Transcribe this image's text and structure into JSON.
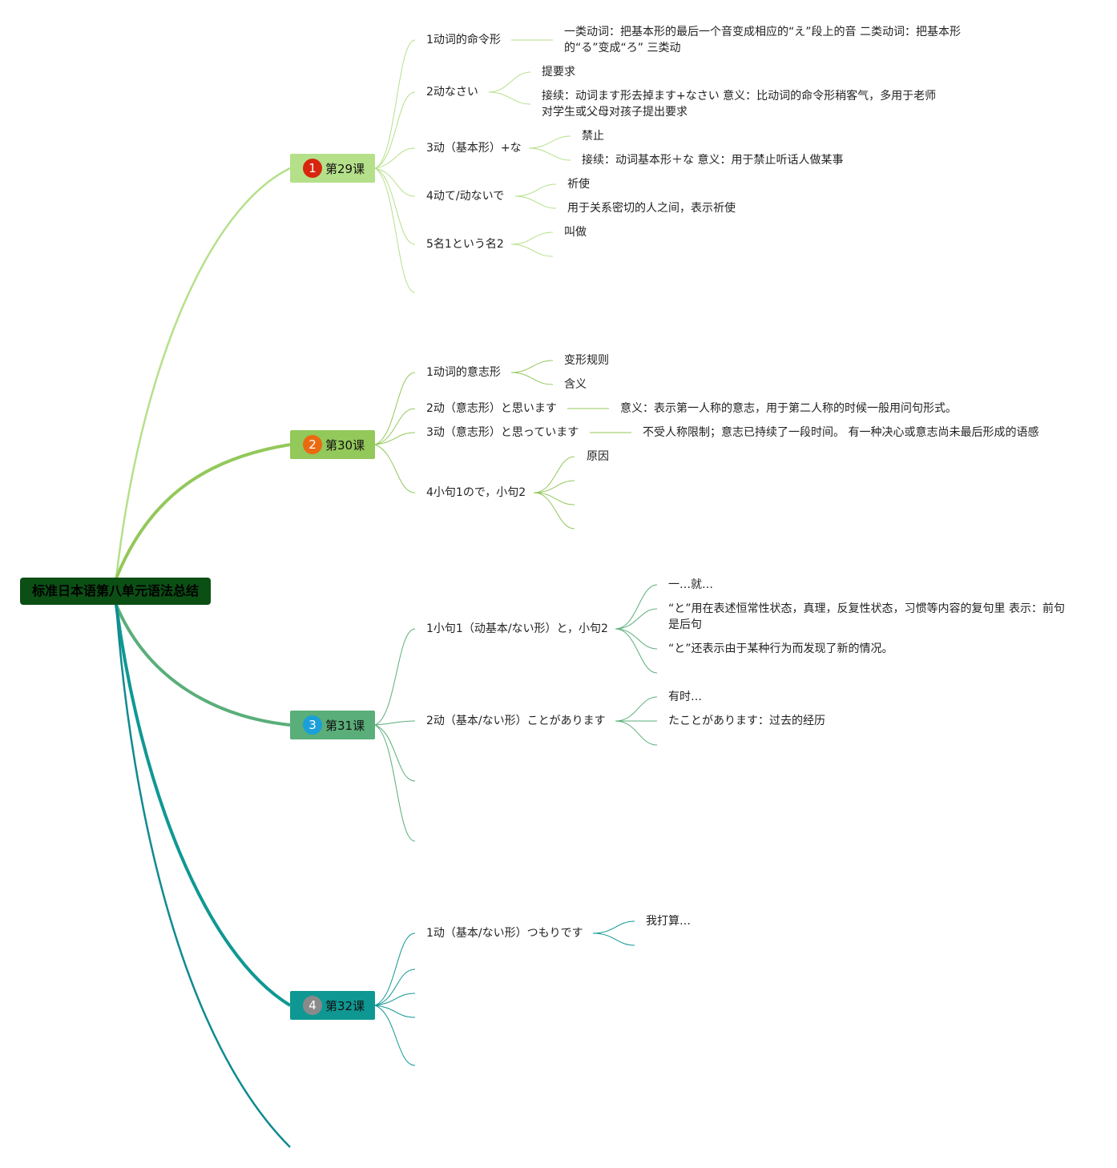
{
  "root": {
    "title": "标准日本语第八单元语法总结"
  },
  "colors": {
    "l29": "#b5e08a",
    "l30": "#93c85a",
    "l31": "#5aae79",
    "l32": "#0f9893",
    "root": "#0b4f14",
    "badge1": "#d7260f",
    "badge2": "#ea6a12",
    "badge3": "#1b9fd9",
    "badge4": "#8a8a8a"
  },
  "lessons": [
    {
      "badge": "1",
      "title": "第29课",
      "items": [
        {
          "label": "1动词的命令形",
          "details": [
            "一类动词：把基本形的最后一个音变成相应的“え”段上的音 二类动词：把基本形的“る”变成“ろ” 三类动"
          ]
        },
        {
          "label": "2动なさい",
          "details": [
            "提要求",
            "接续：动词ます形去掉ます+なさい 意义：比动词的命令形稍客气，多用于老师对学生或父母对孩子提出要求"
          ]
        },
        {
          "label": "3动（基本形）+な",
          "details": [
            "禁止",
            "接续：动词基本形＋な 意义：用于禁止听话人做某事"
          ]
        },
        {
          "label": "4动て/动ないで",
          "details": [
            "祈使",
            "用于关系密切的人之间，表示祈使"
          ]
        },
        {
          "label": "5名1という名2",
          "details": [
            "叫做"
          ]
        }
      ]
    },
    {
      "badge": "2",
      "title": "第30课",
      "items": [
        {
          "label": "1动词的意志形",
          "details": [
            "变形规则",
            "含义"
          ]
        },
        {
          "label": "2动（意志形）と思います",
          "details": [
            "意义：表示第一人称的意志，用于第二人称的时候一般用问句形式。"
          ]
        },
        {
          "label": "3动（意志形）と思っています",
          "details": [
            "不受人称限制；意志已持续了一段时间。 有一种决心或意志尚未最后形成的语感"
          ]
        },
        {
          "label": "4小句1ので，小句2",
          "details": [
            "原因"
          ]
        }
      ]
    },
    {
      "badge": "3",
      "title": "第31课",
      "items": [
        {
          "label": "1小句1（动基本/ない形）と，小句2",
          "details": [
            "一…就…",
            "“と”用在表述恒常性状态，真理，反复性状态，习惯等内容的复句里 表示：前句是后句",
            "“と”还表示由于某种行为而发现了新的情况。"
          ]
        },
        {
          "label": "2动（基本/ない形）ことがあります",
          "details": [
            "有时…",
            "たことがあります：过去的经历"
          ]
        }
      ]
    },
    {
      "badge": "4",
      "title": "第32课",
      "items": [
        {
          "label": "1动（基本/ない形）つもりです",
          "details": [
            "我打算…"
          ]
        }
      ]
    }
  ]
}
